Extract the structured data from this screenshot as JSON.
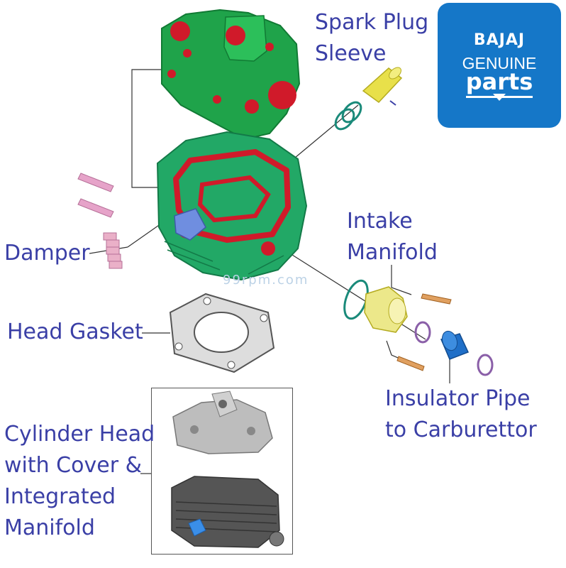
{
  "labels": {
    "spark_plug": [
      "Spark Plug",
      "Sleeve"
    ],
    "intake_manifold": [
      "Intake",
      "Manifold"
    ],
    "damper": "Damper",
    "head_gasket": "Head Gasket",
    "insulator_pipe": [
      "Insulator Pipe",
      "to Carburettor"
    ],
    "cylinder_head": [
      "Cylinder Head",
      "with Cover &",
      "Integrated",
      "Manifold"
    ]
  },
  "logo": {
    "brand": "BAJAJ",
    "line1": "GENUINE",
    "line2": "parts"
  },
  "watermark": "99rpm.com",
  "colors": {
    "label_text": "#3a3fa6",
    "head_cover": "#1fa34a",
    "cylinder_head": "#22a866",
    "port_red": "#d01a2a",
    "sleeve_yellow": "#e8e04a",
    "manifold_yellow": "#ece88a",
    "insulator_blue": "#1f6fc8",
    "logo_blue": "#1577c8",
    "pin_pink": "#e6a3c9",
    "gasket_grey": "#9a9a9a"
  }
}
